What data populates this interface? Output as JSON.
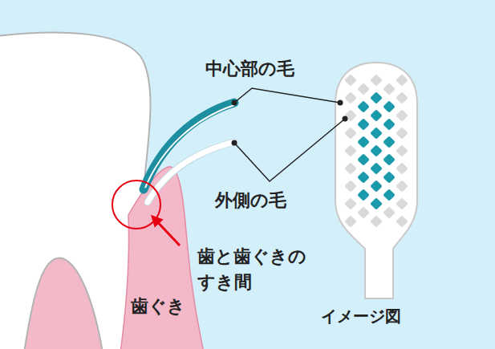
{
  "diagram": {
    "labels": [
      "中心部の毛",
      "外側の毛",
      "歯と歯ぐきのすき間",
      "歯ぐき",
      "イメージ図"
    ]
  }
}
